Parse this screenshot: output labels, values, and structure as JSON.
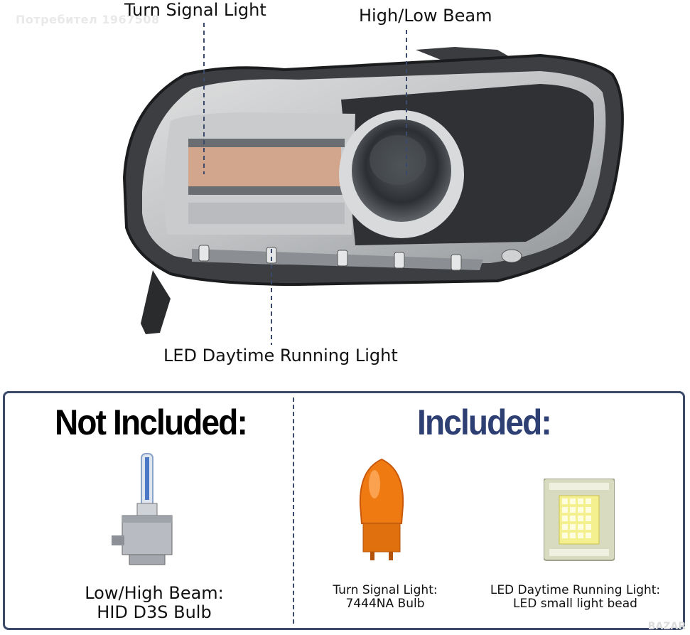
{
  "watermark": "Потребител 1967508",
  "callouts": {
    "turn_signal": "Turn Signal Light",
    "high_low": "High/Low Beam",
    "drl": "LED Daytime Running Light"
  },
  "not_included": {
    "heading": "Not Included:",
    "caption_line1": "Low/High Beam:",
    "caption_line2": "HID D3S Bulb"
  },
  "included": {
    "heading": "Included:",
    "turn_line1": "Turn Signal Light:",
    "turn_line2": "7444NA Bulb",
    "led_line1": "LED Daytime Running Light:",
    "led_line2": "LED small light bead"
  },
  "corner_logo": "BAZAR",
  "colors": {
    "panel_border": "#3b4a6b",
    "included_heading": "#2e3f73",
    "amber_bulb": "#f07a12"
  }
}
